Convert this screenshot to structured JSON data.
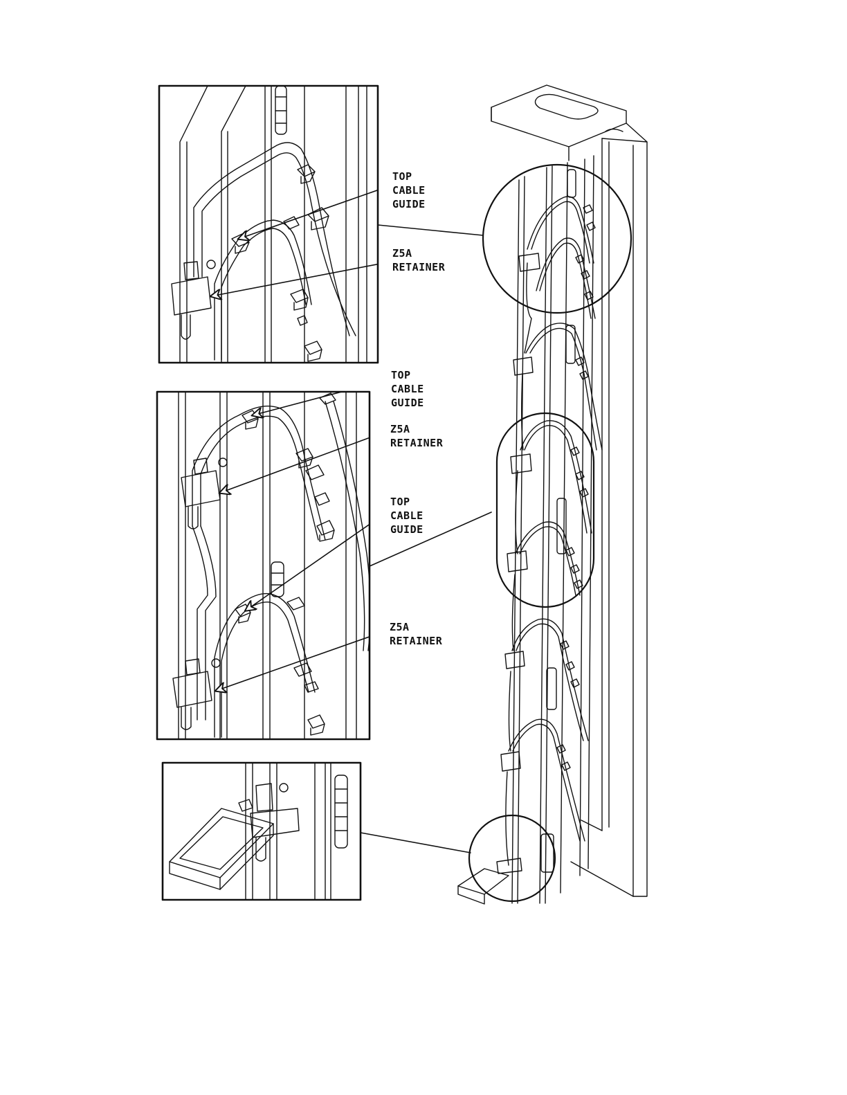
{
  "palette": {
    "line": "#111111",
    "paper": "#ffffff"
  },
  "callouts": {
    "c1": [
      "TOP",
      "CABLE",
      "GUIDE"
    ],
    "c2": [
      "Z5A",
      "RETAINER"
    ],
    "c3": [
      "TOP",
      "CABLE",
      "GUIDE"
    ],
    "c4": [
      "Z5A",
      "RETAINER"
    ],
    "c5": [
      "TOP",
      "CABLE",
      "GUIDE"
    ],
    "c6": [
      "Z5A",
      "RETAINER"
    ]
  }
}
